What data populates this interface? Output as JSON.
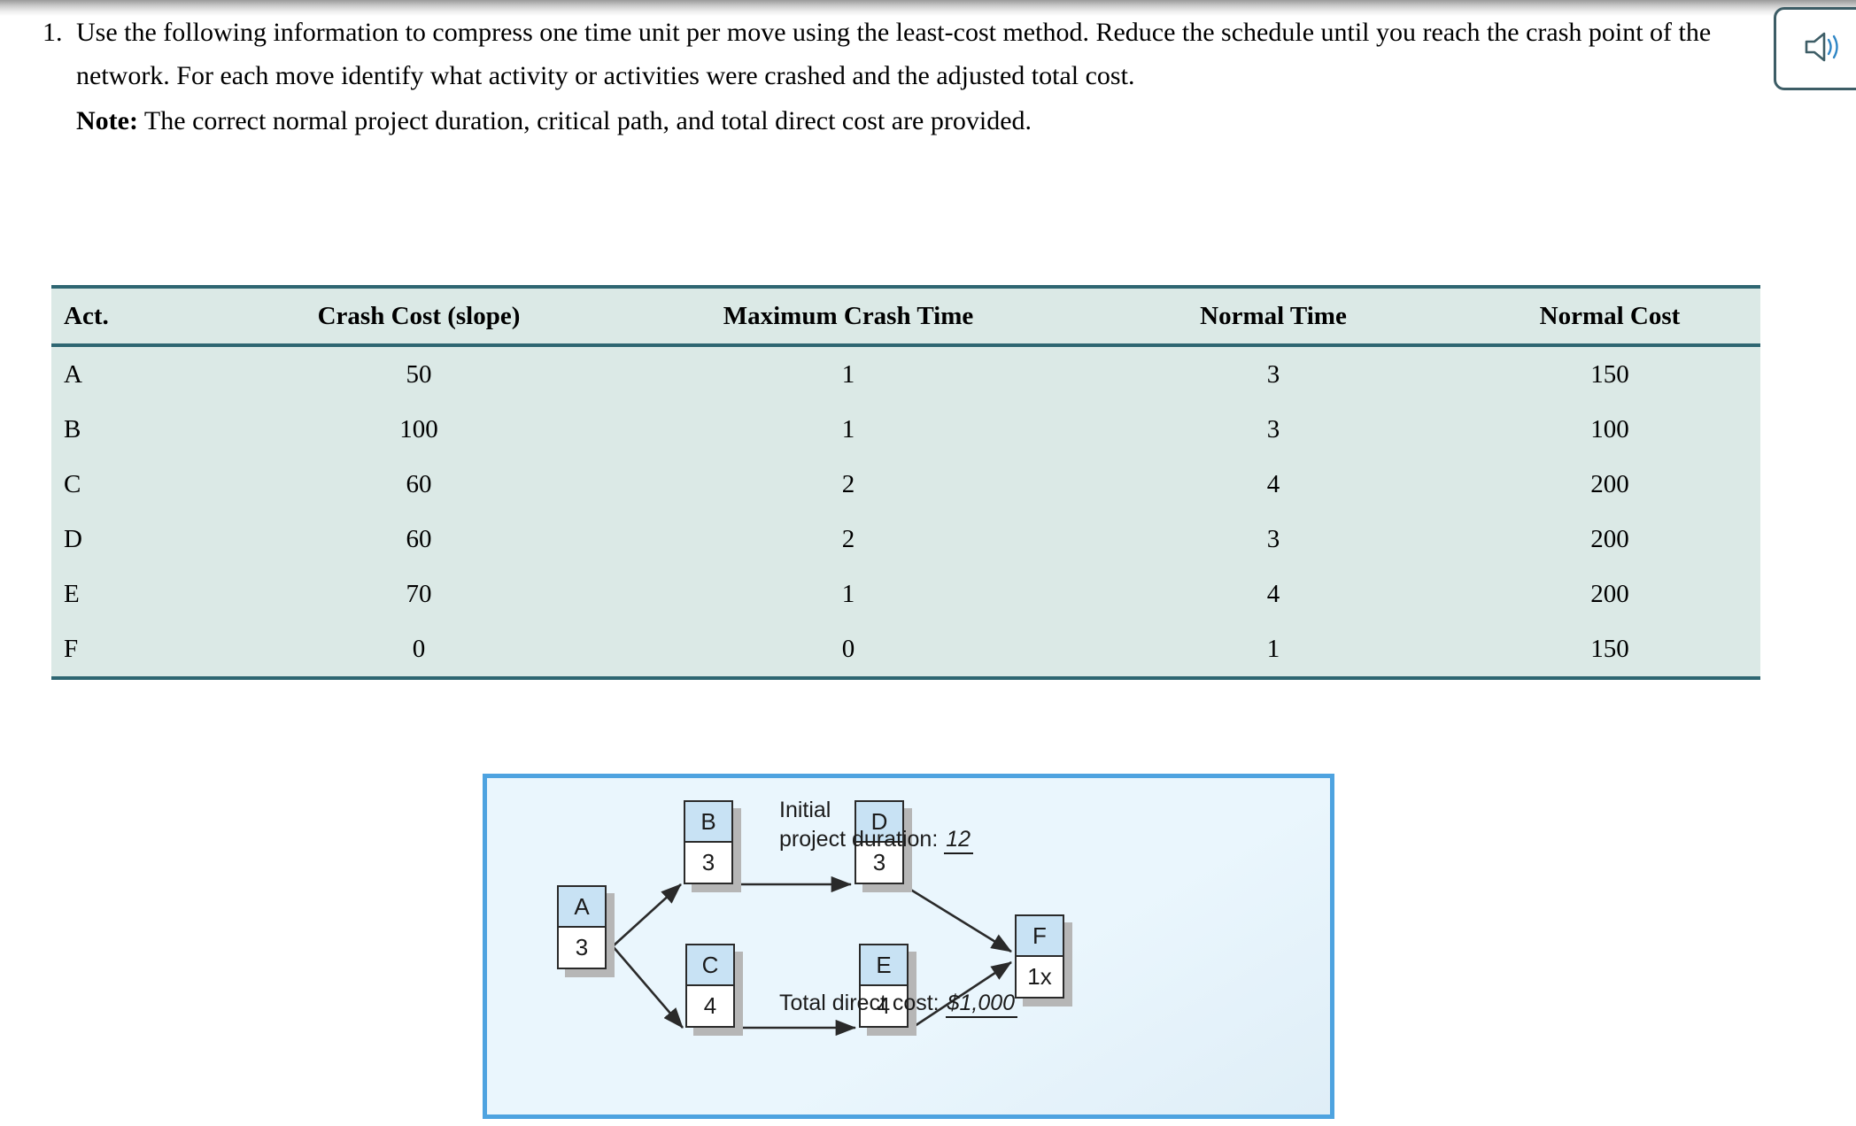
{
  "question": {
    "number": "1.",
    "line1": "Use the following information to compress one time unit per move using the least-cost method. Reduce the schedule until you reach the crash point of the network. For each move identify what activity or activities were crashed and the adjusted total cost.",
    "note_label": "Note:",
    "note_text": " The correct normal project duration, critical path, and total direct cost are provided."
  },
  "audio_button": {
    "icon": "speaker-icon",
    "label": ""
  },
  "table": {
    "headers": [
      "Act.",
      "Crash Cost (slope)",
      "Maximum Crash Time",
      "Normal Time",
      "Normal Cost"
    ],
    "rows": [
      {
        "act": "A",
        "crash_cost": "50",
        "max_crash_time": "1",
        "normal_time": "3",
        "normal_cost": "150"
      },
      {
        "act": "B",
        "crash_cost": "100",
        "max_crash_time": "1",
        "normal_time": "3",
        "normal_cost": "100"
      },
      {
        "act": "C",
        "crash_cost": "60",
        "max_crash_time": "2",
        "normal_time": "4",
        "normal_cost": "200"
      },
      {
        "act": "D",
        "crash_cost": "60",
        "max_crash_time": "2",
        "normal_time": "3",
        "normal_cost": "200"
      },
      {
        "act": "E",
        "crash_cost": "70",
        "max_crash_time": "1",
        "normal_time": "4",
        "normal_cost": "200"
      },
      {
        "act": "F",
        "crash_cost": "0",
        "max_crash_time": "0",
        "normal_time": "1",
        "normal_cost": "150"
      }
    ]
  },
  "diagram": {
    "nodes": [
      {
        "id": "A",
        "label": "A",
        "duration": "3"
      },
      {
        "id": "B",
        "label": "B",
        "duration": "3"
      },
      {
        "id": "C",
        "label": "C",
        "duration": "4"
      },
      {
        "id": "D",
        "label": "D",
        "duration": "3"
      },
      {
        "id": "E",
        "label": "E",
        "duration": "4"
      },
      {
        "id": "F",
        "label": "F",
        "duration": "1x"
      }
    ],
    "edges": [
      "A->B",
      "A->C",
      "B->D",
      "C->E",
      "D->F",
      "E->F"
    ],
    "annotations": {
      "duration_line1": "Initial",
      "duration_line2": "project duration:",
      "duration_value": "12",
      "cost_label": "Total direct cost:",
      "cost_value": "$1,000"
    }
  },
  "colors": {
    "table_bg": "#dbe9e6",
    "table_rule": "#2e6672",
    "diagram_border": "#4ea3e0",
    "diagram_bg": "#eaf6fd",
    "node_header": "#c8e2f4",
    "node_body": "#ffffff",
    "node_shadow": "#b6b6b6",
    "audio_border": "#3d5d66"
  }
}
